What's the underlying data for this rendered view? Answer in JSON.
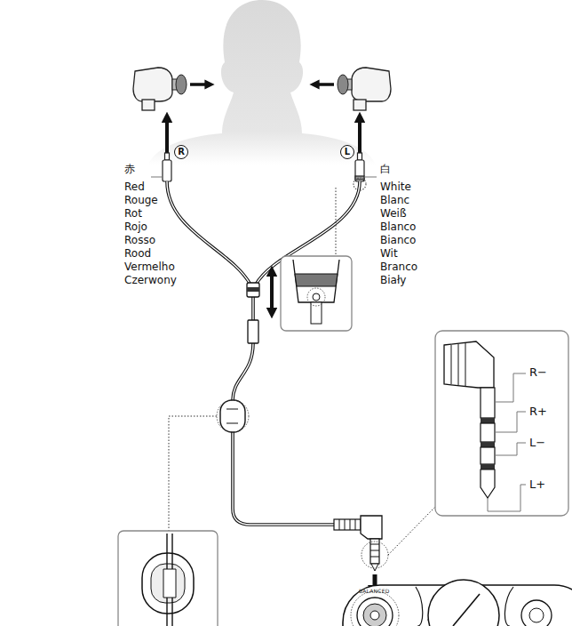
{
  "diagram": {
    "labels": [
      "R",
      "L",
      "赤",
      "Red",
      "Rouge",
      "Rot",
      "Rojo",
      "Rosso",
      "Rood",
      "Vermelho",
      "Czerwony",
      "白",
      "White",
      "Blanc",
      "Weiß",
      "Blanco",
      "Bianco",
      "Wit",
      "Branco",
      "Biały",
      "R−",
      "R+",
      "L−",
      "L+",
      "BALANCED"
    ]
  }
}
